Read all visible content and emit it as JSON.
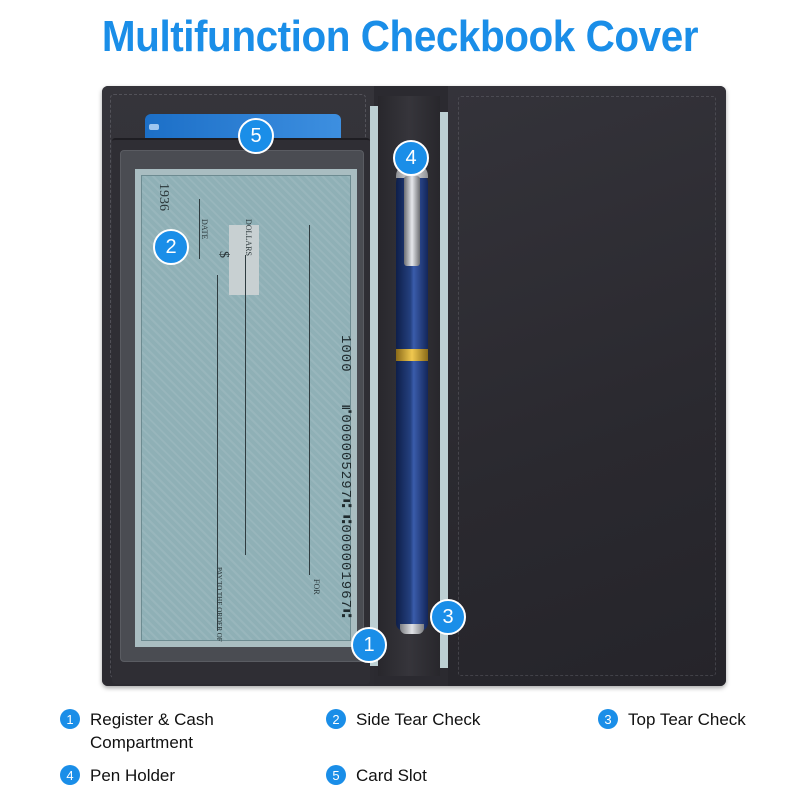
{
  "title": "Multifunction Checkbook Cover",
  "colors": {
    "accent": "#1a8ee8",
    "leather": "#2b2a30",
    "pen": "#24407f"
  },
  "check": {
    "number_top": "1936",
    "date_label": "DATE",
    "dollars_label": "DOLLARS",
    "dollar_sign": "$",
    "pay_label": "PAY TO THE ORDER OF",
    "for_label": "FOR",
    "micr_amount": "1000",
    "micr_account": "⑈000005297⑆",
    "micr_routing": "⑆000001967⑆"
  },
  "markers": [
    {
      "num": "1"
    },
    {
      "num": "2"
    },
    {
      "num": "3"
    },
    {
      "num": "4"
    },
    {
      "num": "5"
    }
  ],
  "legend": [
    {
      "num": "1",
      "text": "Register & Cash Compartment"
    },
    {
      "num": "2",
      "text": "Side Tear Check"
    },
    {
      "num": "3",
      "text": "Top Tear Check"
    },
    {
      "num": "4",
      "text": "Pen Holder"
    },
    {
      "num": "5",
      "text": "Card Slot"
    }
  ]
}
